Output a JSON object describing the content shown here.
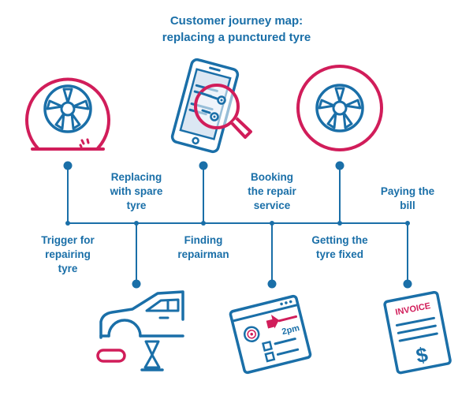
{
  "title": {
    "line1": "Customer journey map:",
    "line2": "replacing a punctured tyre"
  },
  "colors": {
    "blue": "#1a6fa8",
    "pink": "#d11d5a",
    "light_blue": "#dbe7f3"
  },
  "steps": [
    {
      "label": "Trigger for\nrepairing\ntyre",
      "icon": "flat-tyre-icon",
      "side": "top"
    },
    {
      "label": "Replacing\nwith spare\ntyre",
      "icon": "car-on-jack-icon",
      "side": "bottom"
    },
    {
      "label": "Finding\nrepairman",
      "icon": "phone-search-icon",
      "side": "top"
    },
    {
      "label": "Booking\nthe repair\nservice",
      "icon": "booking-calendar-icon",
      "side": "bottom"
    },
    {
      "label": "Getting the\ntyre fixed",
      "icon": "fixed-tyre-icon",
      "side": "top"
    },
    {
      "label": "Paying the\nbill",
      "icon": "invoice-icon",
      "side": "bottom"
    }
  ],
  "booking_time": "2pm",
  "invoice_label": "INVOICE",
  "invoice_currency": "$"
}
